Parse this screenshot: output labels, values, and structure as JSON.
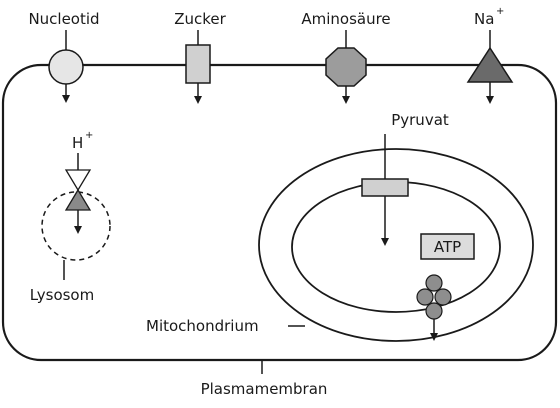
{
  "labels": {
    "nucleotid": "Nucleotid",
    "zucker": "Zucker",
    "aminosaeure": "Aminosäure",
    "na": "Na",
    "na_charge": "+",
    "h": "H",
    "h_charge": "+",
    "lysosom": "Lysosom",
    "pyruvat": "Pyruvat",
    "atp": "ATP",
    "mitochondrium": "Mitochondrium",
    "plasmamembran": "Plasmamembran"
  },
  "colors": {
    "stroke": "#1a1a1a",
    "nucleotid_fill": "#e6e6e6",
    "zucker_fill": "#d0d0d0",
    "aminosaeure_fill": "#9c9c9c",
    "na_fill": "#6a6a6a",
    "atp_fill": "#dcdcdc",
    "atp_synthase_fill": "#8e8e8e"
  }
}
